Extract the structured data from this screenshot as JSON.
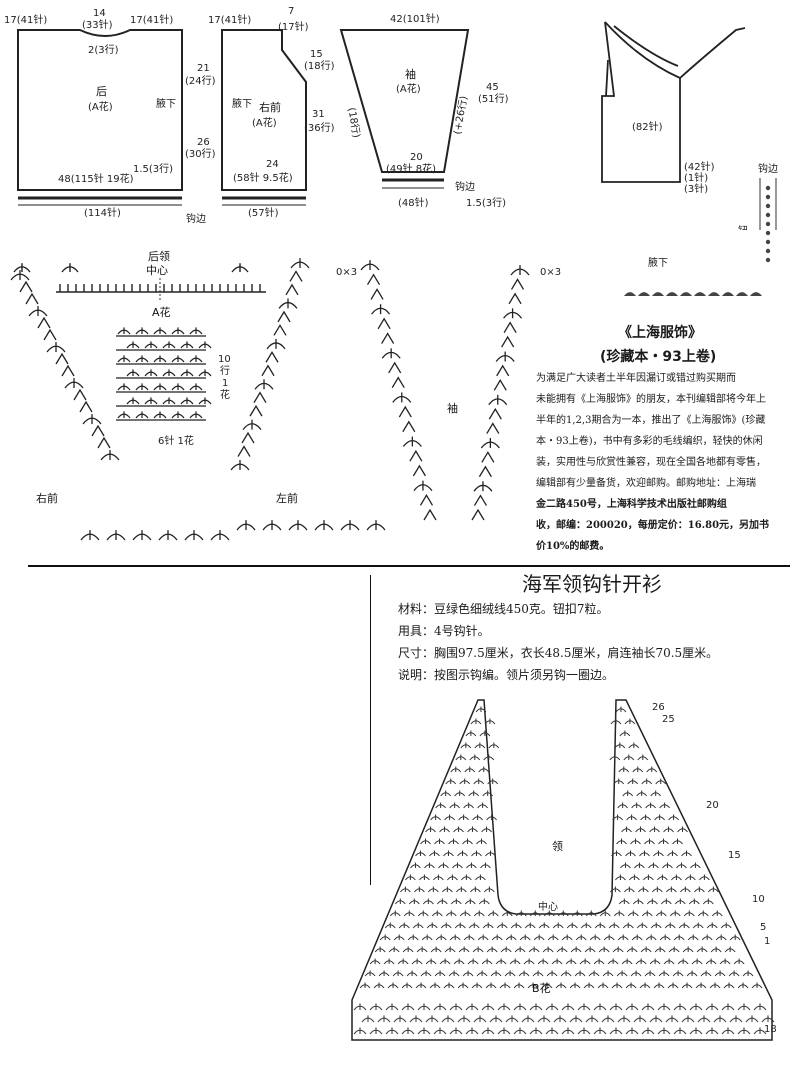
{
  "schematic": {
    "back": {
      "top_left": "17(41针)",
      "neck_w": "14",
      "neck_st": "(33针)",
      "top_right": "17(41针)",
      "neck_depth": "2(3行)",
      "name": "后",
      "pattern": "(A花)",
      "armhole": "腋下",
      "h21": "21",
      "h21r": "(24行)",
      "h26": "26",
      "h26r": "(30行)",
      "hem_row": "1.5(3行)",
      "width": "48(115针 19花)",
      "hem_st": "(114针)",
      "hem_label": "钩边"
    },
    "right_front": {
      "top": "17(41针)",
      "neck": "7",
      "neck_st": "(17针)",
      "h15": "15",
      "h15r": "(18行)",
      "h31": "31",
      "h31r": "(36行)",
      "name": "右前",
      "pattern": "(A花)",
      "armhole": "腋下",
      "width": "24",
      "width_st": "(58针 9.5花)",
      "hem_st": "(57针)"
    },
    "sleeve": {
      "top": "42(101针)",
      "name": "袖",
      "pattern": "(A花)",
      "side_left": "(18行)",
      "side_right": "(+26行)",
      "h45": "45",
      "h45r": "(51行)",
      "cuff": "20",
      "cuff_st": "(49针 8花)",
      "cuff_label": "钩边",
      "hem_st": "(48针)",
      "hem_row": "1.5(3行)"
    },
    "collar_view": {
      "width": "(82针)",
      "a": "(42针)",
      "b": "(1针)",
      "c": "(3针)"
    },
    "edging": {
      "label": "钩边",
      "button": "钮",
      "hole": "孔",
      "armhole": "腋下"
    }
  },
  "charts": {
    "back_neck": "后领",
    "center": "中心",
    "a_flower": "A花",
    "ten_rows": "10",
    "ten_rows_unit": "行",
    "one_flower": "1",
    "one_flower_unit": "花",
    "six_st": "6针 1花",
    "right_front": "右前",
    "left_front": "左前",
    "sleeve": "袖",
    "mark_x3": "0×3",
    "mark_x3b": "0×3"
  },
  "ad": {
    "title": "《上海服饰》",
    "subtitle": "(珍藏本・93上卷)",
    "lines": [
      "为满足广大读者土半年因漏订或错过购买期而",
      "未能拥有《上海服饰》的朋友，本刊编辑部将今年上",
      "半年的1,2,3期合为一本，推出了《上海服饰》(珍藏",
      "本・93上卷)，书中有多彩的毛线编织，轻快的休闲",
      "装，实用性与欣赏性兼容，现在全国各地都有零售，",
      "编辑部有少量备货，欢迎邮购。邮购地址：上海瑞",
      "金二路450号，上海科学技术出版社邮购组",
      "收，邮编：200020，每册定价：16.80元，另加书",
      "价10%的邮费。"
    ]
  },
  "pattern": {
    "title": "海军领钩针开衫",
    "materials_label": "材料：",
    "materials": "豆绿色细绒线450克。钮扣7粒。",
    "tools_label": "用具：",
    "tools": "4号钩针。",
    "size_label": "尺寸：",
    "size": "胸围97.5厘米，衣长48.5厘米，肩连袖长70.5厘米。",
    "notes_label": "说明：",
    "notes": "按图示钩编。领片须另钩一圈边。"
  },
  "collar_chart": {
    "name": "领",
    "center": "中心",
    "b_flower": "B花",
    "rows": [
      "26",
      "25",
      "20",
      "15",
      "10",
      "5",
      "1",
      "18"
    ]
  },
  "colors": {
    "ink": "#1a1a1a",
    "paper": "#ffffff"
  }
}
